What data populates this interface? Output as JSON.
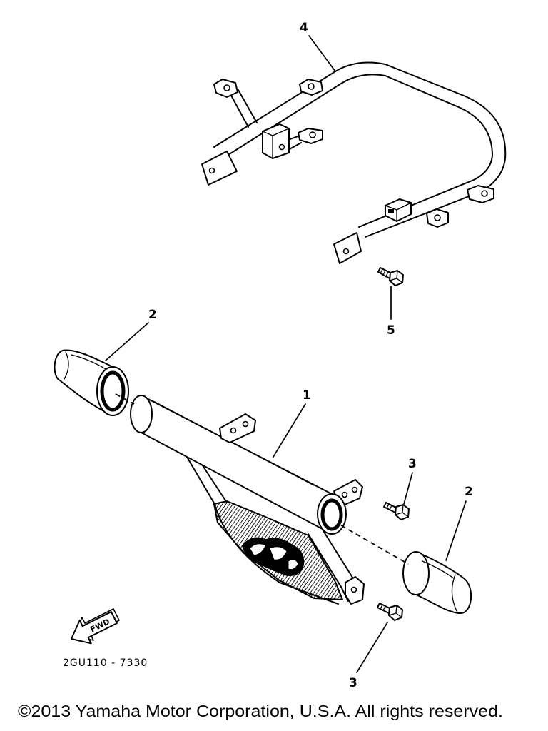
{
  "diagram": {
    "callouts": [
      "4",
      "2",
      "5",
      "1",
      "3",
      "2",
      "3"
    ],
    "fwd_arrow_label": "FWD",
    "drawing_code": "2GU110 - 7330"
  },
  "footer": {
    "copyright": "©2013 Yamaha Motor Corporation, U.S.A. All rights reserved."
  },
  "colors": {
    "line": "#000000",
    "background": "#ffffff"
  }
}
